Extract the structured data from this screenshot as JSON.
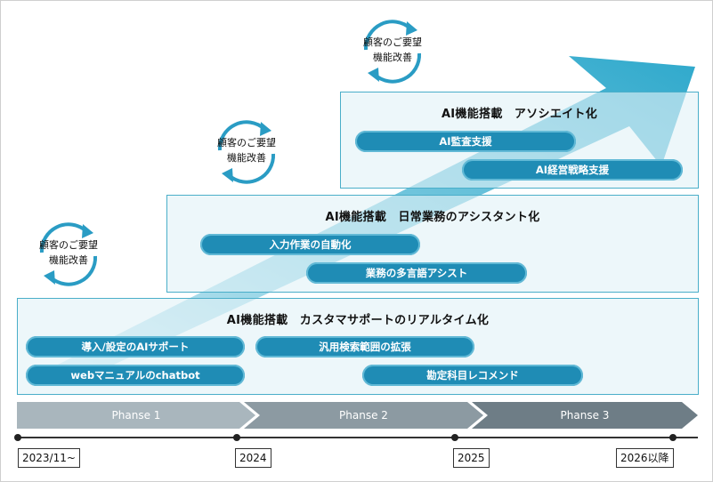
{
  "cycle_label": {
    "line1": "顧客のご要望",
    "line2": "機能改善"
  },
  "panels": [
    {
      "title": "AI機能搭載　アソシエイト化",
      "items": [
        "AI監査支援",
        "AI経営戦略支援"
      ]
    },
    {
      "title": "AI機能搭載　日常業務のアシスタント化",
      "items": [
        "入力作業の自動化",
        "業務の多言語アシスト"
      ]
    },
    {
      "title": "AI機能搭載　カスタマサポートのリアルタイム化",
      "items": [
        "導入/設定のAIサポート",
        "webマニュアルのchatbot",
        "汎用検索範囲の拡張",
        "勘定科目レコメンド"
      ]
    }
  ],
  "phases": [
    "Phanse 1",
    "Phanse 2",
    "Phanse 3"
  ],
  "dates": [
    "2023/11~",
    "2024",
    "2025",
    "2026以降"
  ],
  "colors": {
    "accent": "#1f8cb5",
    "arrow": "#4fb8d3",
    "phase1": "#a9b6bd",
    "phase2": "#8c9aa2",
    "phase3": "#6e7d86"
  }
}
